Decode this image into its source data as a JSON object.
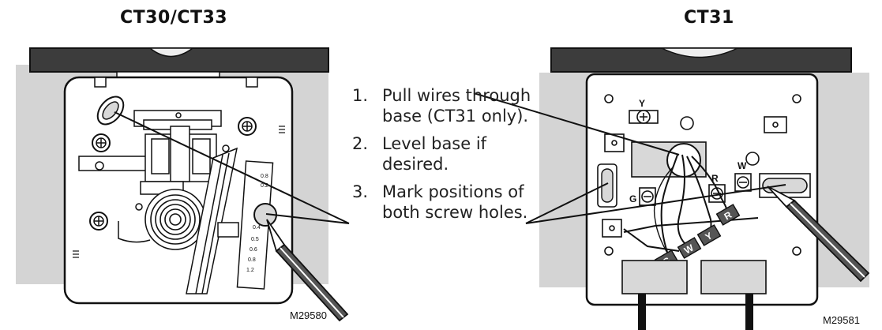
{
  "titles": {
    "left": "CT30/CT33",
    "right": "CT31"
  },
  "steps": [
    {
      "num": "1.",
      "text": "Pull wires through base (CT31 only)."
    },
    {
      "num": "2.",
      "text": "Level base if desired."
    },
    {
      "num": "3.",
      "text": "Mark positions of both screw holes."
    }
  ],
  "codes": {
    "left": "M29580",
    "right": "M29581"
  },
  "terminals": {
    "y": "Y",
    "g": "G",
    "r": "R",
    "w": "W"
  },
  "wire_tags": [
    "G",
    "W",
    "Y",
    "R"
  ],
  "scale_labels": [
    "0.8",
    "0.2",
    "0.4",
    "0.5",
    "0.6",
    "0.8",
    "1.2"
  ],
  "colors": {
    "wall": "#d4d4d4",
    "level": "#3c3c3c",
    "line": "#111111"
  }
}
